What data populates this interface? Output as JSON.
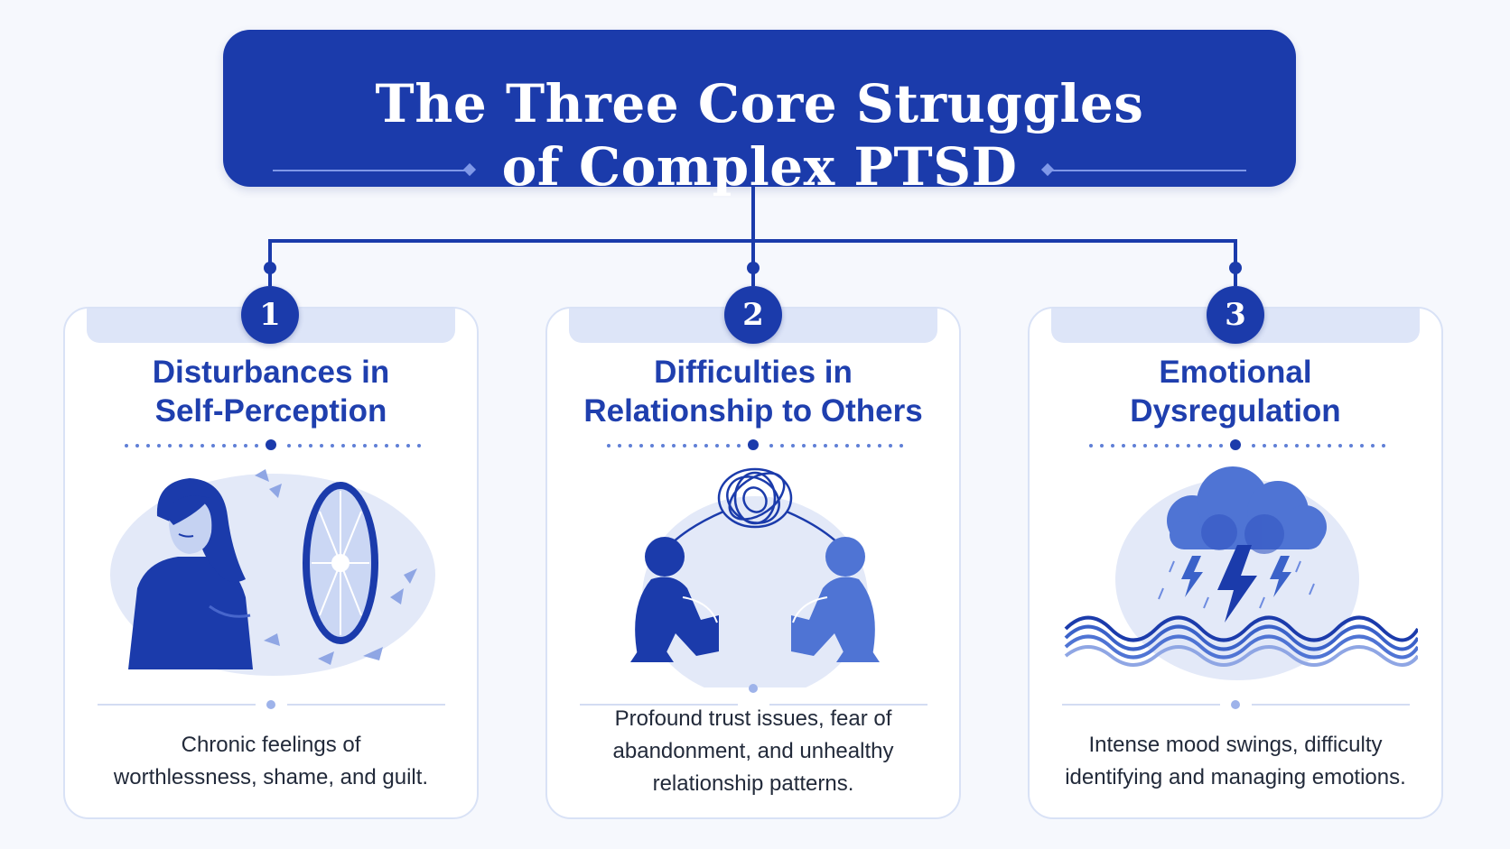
{
  "header": {
    "title_line1": "The Three Core Struggles",
    "title_line2": "of Complex PTSD"
  },
  "colors": {
    "primary": "#1b3bab",
    "accent_light": "#dde5f8",
    "illustration_blue": "#3b62c9",
    "background": "#f6f8fd"
  },
  "cards": [
    {
      "number": "1",
      "title_line1": "Disturbances in",
      "title_line2": "Self-Perception",
      "illustration": "woman-and-broken-mirror",
      "desc_line1": "Chronic feelings of",
      "desc_line2": "worthlessness, shame, and guilt.",
      "desc_line3": ""
    },
    {
      "number": "2",
      "title_line1": "Difficulties in",
      "title_line2": "Relationship to Others",
      "illustration": "two-people-tangled-thread",
      "desc_line1": "Profound trust issues, fear of",
      "desc_line2": "abandonment, and unhealthy",
      "desc_line3": "relationship patterns."
    },
    {
      "number": "3",
      "title_line1": "Emotional",
      "title_line2": "Dysregulation",
      "illustration": "storm-cloud-and-waves",
      "desc_line1": "Intense mood swings, difficulty",
      "desc_line2": "identifying and managing emotions.",
      "desc_line3": ""
    }
  ]
}
